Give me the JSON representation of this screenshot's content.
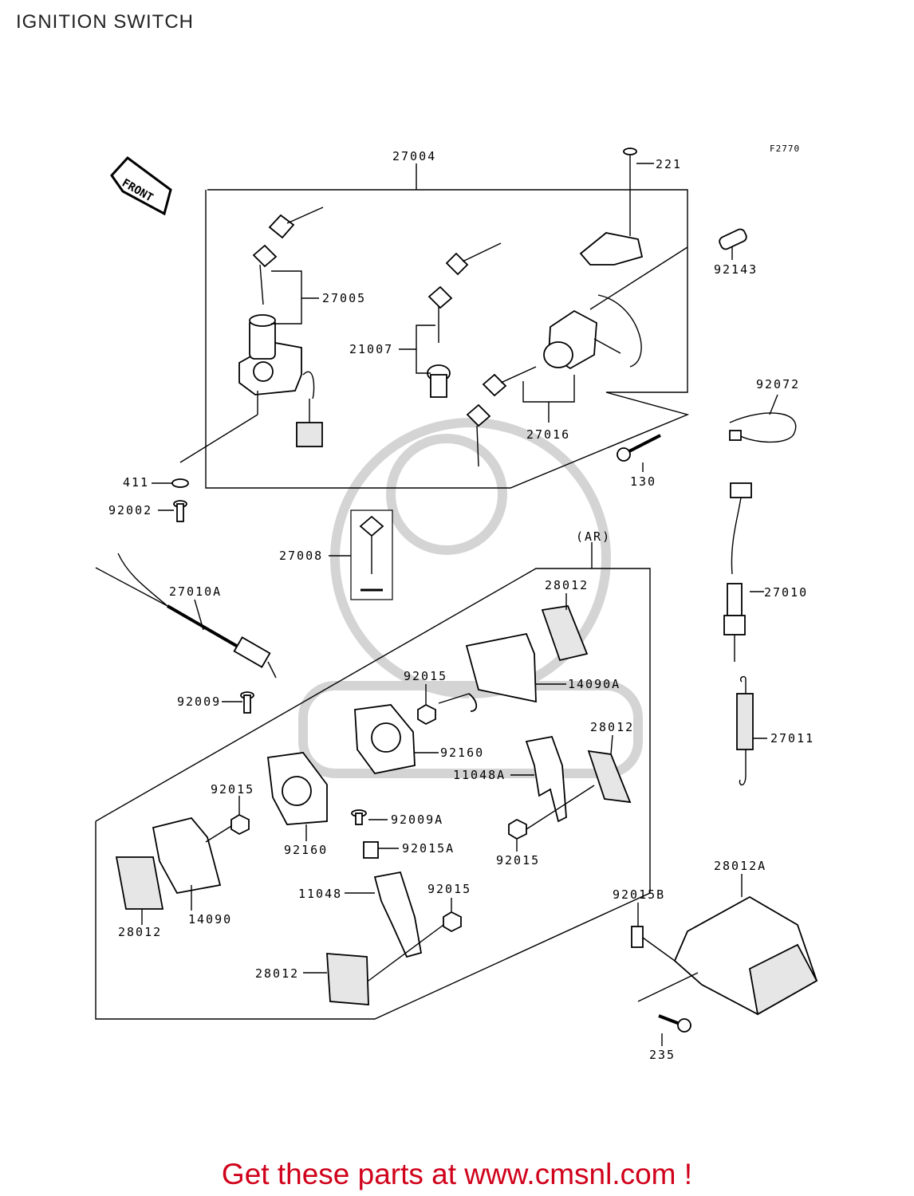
{
  "header": {
    "title": "IGNITION SWITCH"
  },
  "diagram": {
    "figure_code": "F2770",
    "front_arrow": "FRONT",
    "area_tag": "(AR)",
    "labels": {
      "p27004": "27004",
      "p221": "221",
      "p92143": "92143",
      "p27005": "27005",
      "p21007": "21007",
      "p27016": "27016",
      "p92072": "92072",
      "p130": "130",
      "p411": "411",
      "p92002": "92002",
      "p27008": "27008",
      "p27010A": "27010A",
      "p27010": "27010",
      "p92009": "92009",
      "p28012_a": "28012",
      "p92015_a": "92015",
      "p14090A": "14090A",
      "p28012_b": "28012",
      "p92160_a": "92160",
      "p11048A": "11048A",
      "p27011": "27011",
      "p92015_b": "92015",
      "p92009A": "92009A",
      "p92160_b": "92160",
      "p92015A": "92015A",
      "p92015_c": "92015",
      "p11048": "11048",
      "p92015_d": "92015",
      "p28012_c": "28012",
      "p14090": "14090",
      "p28012A": "28012A",
      "p92015B": "92015B",
      "p28012_d": "28012",
      "p235": "235"
    }
  },
  "footer": {
    "text": "Get these parts at www.cmsnl.com !"
  }
}
